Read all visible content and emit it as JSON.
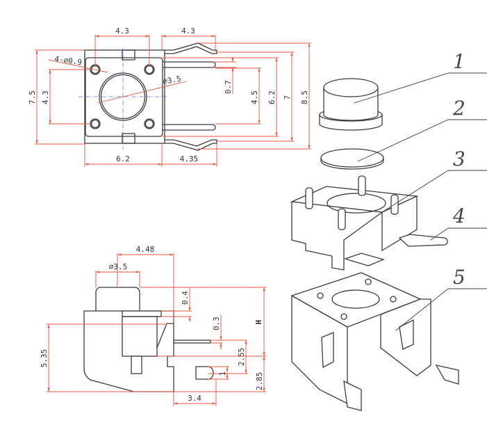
{
  "top_view": {
    "dims": {
      "top_span": "4.3",
      "lead_span": "4.3",
      "hole": "4-⌀0.9",
      "cap_dia": "⌀3.5",
      "height_left": "7.5",
      "hole_pitch_v": "4.3",
      "lead_width": "0.7",
      "lead_pitch": "4.5",
      "body": "6.2",
      "outer": "7",
      "overall": "8.5",
      "bottom_body": "6.2",
      "bottom_lead": "4.35"
    }
  },
  "side_view": {
    "dims": {
      "offset": "4.48",
      "cap_dia": "⌀3.5",
      "gap": "0.4",
      "lead_thick": "0.3",
      "height": "H",
      "total": "5.35",
      "lead_height": "2.55",
      "pin_dia": "1",
      "base": "2.85",
      "pin_offset": "3.4"
    }
  },
  "exploded_view": {
    "part_numbers": [
      "1",
      "2",
      "3",
      "4",
      "5"
    ]
  }
}
